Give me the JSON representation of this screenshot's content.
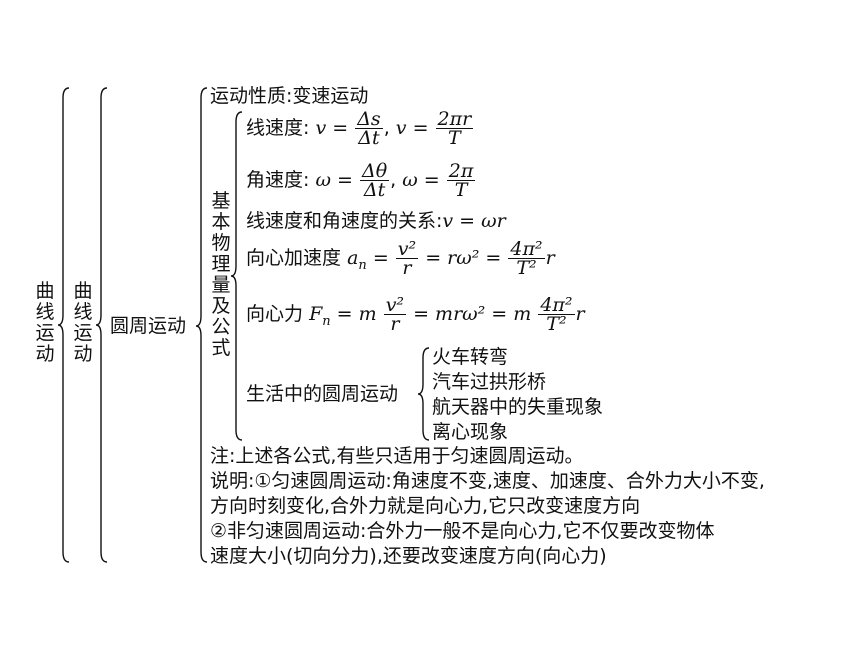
{
  "root": {
    "label": "曲线运动"
  },
  "level2": {
    "label": "曲线运动"
  },
  "level3": {
    "label": "圆周运动"
  },
  "nature": {
    "text": "运动性质:变速运动"
  },
  "basic": {
    "label": "基本物理量及公式",
    "linear_speed": {
      "label": "线速度:",
      "v1": "v",
      "eq": "=",
      "num1": "Δs",
      "den1": "Δt",
      "sep": ",",
      "v2": "v",
      "num2": "2πr",
      "den2": "T"
    },
    "angular_speed": {
      "label": "角速度:",
      "w1": "ω",
      "eq": "=",
      "num1": "Δθ",
      "den1": "Δt",
      "sep": ",",
      "w2": "ω",
      "num2": "2π",
      "den2": "T"
    },
    "relation": {
      "label": "线速度和角速度的关系:",
      "formula": "v = ωr"
    },
    "centripetal_acc": {
      "label": "向心加速度",
      "lhs": "an",
      "num1": "v²",
      "den1": "r",
      "mid": "= rω² =",
      "num2": "4π²",
      "den2": "T²",
      "tail": "r"
    },
    "centripetal_force": {
      "label": "向心力",
      "lhs": "Fn = m",
      "num1": "v²",
      "den1": "r",
      "mid": "= mrω² = m",
      "num2": "4π²",
      "den2": "T²",
      "tail": "r"
    },
    "life": {
      "label": "生活中的圆周运动",
      "items": [
        "火车转弯",
        "汽车过拱形桥",
        "航天器中的失重现象",
        "离心现象"
      ]
    }
  },
  "notes": {
    "note": "注:上述各公式,有些只适用于匀速圆周运动。",
    "line1": "说明:①匀速圆周运动:角速度不变,速度、加速度、合外力大小不变,",
    "line2": "方向时刻变化,合外力就是向心力,它只改变速度方向",
    "line3": "②非匀速圆周运动:合外力一般不是向心力,它不仅要改变物体",
    "line4": "速度大小(切向分力),还要改变速度方向(向心力)"
  }
}
